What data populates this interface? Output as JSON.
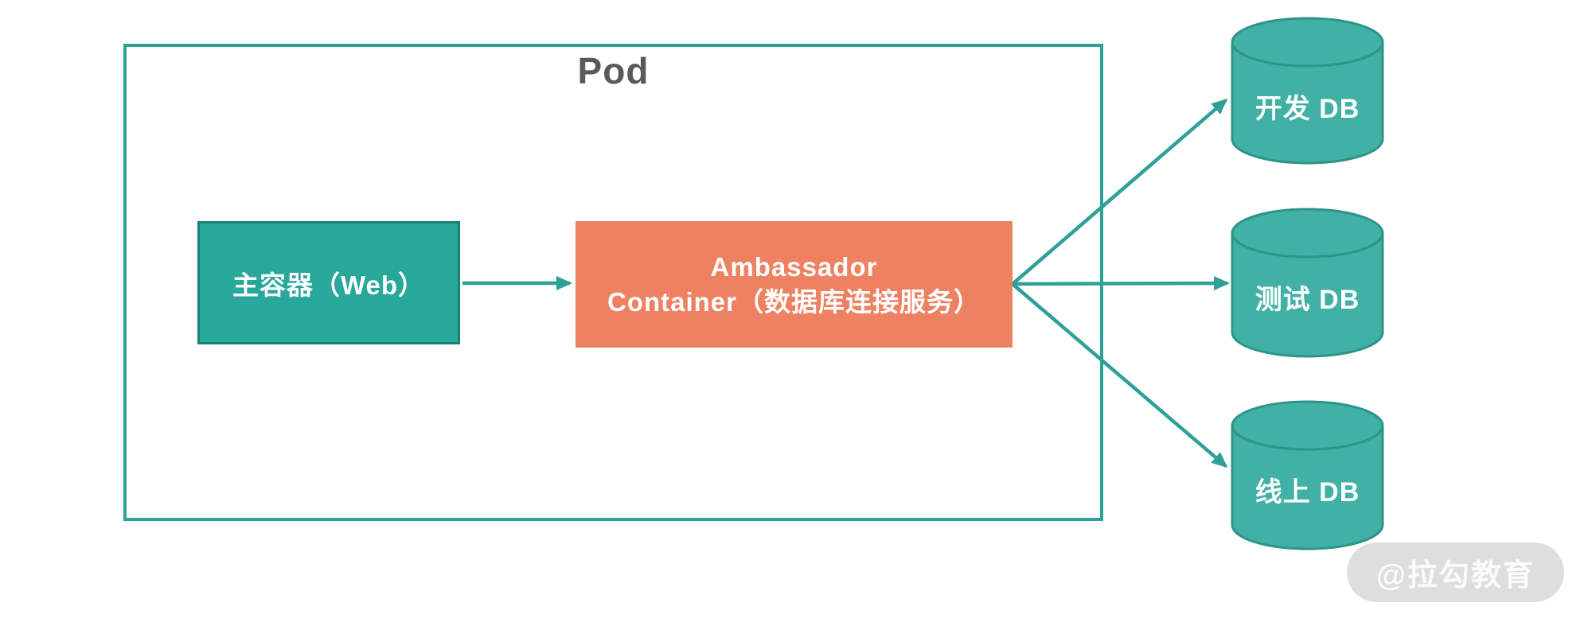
{
  "diagram": {
    "pod": {
      "label": "Pod"
    },
    "main_container": {
      "label": "主容器（Web）"
    },
    "ambassador": {
      "line1": "Ambassador",
      "line2": "Container（数据库连接服务）"
    },
    "databases": [
      {
        "label": "开发 DB"
      },
      {
        "label": "测试 DB"
      },
      {
        "label": "线上 DB"
      }
    ],
    "watermark": {
      "label": "@拉勾教育"
    },
    "colors": {
      "teal_fill": "#28A79B",
      "teal_border": "#1C7F73",
      "orange_fill": "#EE8161",
      "cylinder_fill": "#41B0A5",
      "cylinder_stroke": "#2E9488",
      "arrow": "#2EA096",
      "pod_border": "#2EA096",
      "pod_label_color": "#595959",
      "watermark_bg": "#DEDEDE",
      "watermark_text": "#FBFBFB"
    }
  }
}
